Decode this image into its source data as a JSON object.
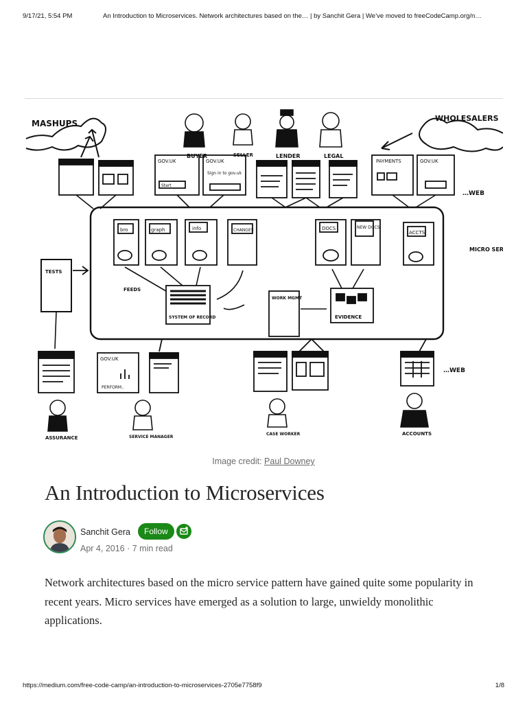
{
  "print_header": {
    "date": "9/17/21, 5:54 PM",
    "title": "An Introduction to Microservices. Network architectures based on the… | by Sanchit Gera | We’ve moved to freeCodeCamp.org/n…"
  },
  "image": {
    "caption_prefix": "Image credit: ",
    "caption_link": "Paul Downey",
    "labels": {
      "mashups": "MASHUPS",
      "wholesalers": "WHOLESALERS",
      "buyer": "BUYER",
      "seller": "SELLER",
      "lender": "LENDER",
      "legal": "LEGAL",
      "web_top": "…WEB",
      "web_bottom": "…WEB",
      "micro_services": "MICRO SERVICES",
      "tests": "TESTS",
      "feeds": "FEEDS",
      "system_of_record": "SYSTEM OF RECORD",
      "work_mgmt": "WORK MGMT",
      "evidence": "EVIDENCE",
      "bro": "bro",
      "graph": "graph",
      "info": "info",
      "changes": "CHANGES",
      "docs": "DOCS",
      "new_docs": "NEW DOCS",
      "accts": "ACCTS",
      "govuk": "GOV.UK",
      "signin": "Sign in to gov.uk",
      "start": "Start",
      "payments": "PAYMENTS",
      "perform": "PERFORM..",
      "assurance": "ASSURANCE",
      "service_manager": "SERVICE MANAGER",
      "case_worker": "CASE WORKER",
      "accounts": "ACCOUNTS"
    }
  },
  "article": {
    "title": "An Introduction to Microservices",
    "author": "Sanchit Gera",
    "follow_label": "Follow",
    "date": "Apr 4, 2016",
    "separator": " · ",
    "read_time": "7 min read",
    "paragraph": "Network architectures based on the micro service pattern have gained quite some popularity in recent years. Micro services have emerged as a solution to large, unwieldy monolithic applications."
  },
  "print_footer": {
    "url": "https://medium.com/free-code-camp/an-introduction-to-microservices-2705e7758f9",
    "page": "1/8"
  },
  "icons": [
    "avatar-portrait",
    "subscribe-mail-icon"
  ],
  "colors": {
    "follow_green": "#1a8917",
    "avatar_ring": "#2e8b57",
    "meta_gray": "#6b6b6b"
  }
}
